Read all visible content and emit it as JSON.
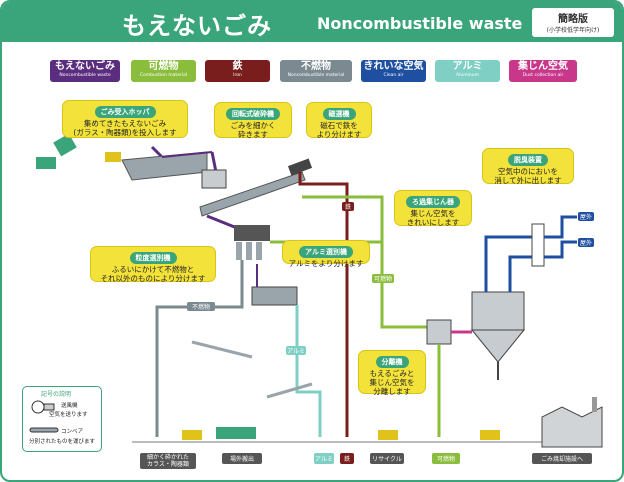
{
  "header": {
    "title_jp": "もえないごみ",
    "title_en": "Noncombustible waste",
    "tag_title": "簡略版",
    "tag_sub": "(小学校低学年向け)"
  },
  "legend": [
    {
      "jp": "もえないごみ",
      "en": "Noncombustible waste",
      "color": "#5a2d7e"
    },
    {
      "jp": "可燃物",
      "en": "Combustion material",
      "color": "#8bbd3c"
    },
    {
      "jp": "鉄",
      "en": "Iron",
      "color": "#7a1d1d"
    },
    {
      "jp": "不燃物",
      "en": "Noncombustible material",
      "color": "#7b8a91"
    },
    {
      "jp": "きれいな空気",
      "en": "Clean air",
      "color": "#1f4fa0"
    },
    {
      "jp": "アルミ",
      "en": "Aluminum",
      "color": "#7fcfc4"
    },
    {
      "jp": "集じん空気",
      "en": "Dust collection air",
      "color": "#c8378a"
    }
  ],
  "callouts": {
    "hopper": {
      "title": "ごみ受入ホッパ",
      "lines": [
        "集めてきたもえないごみ",
        "(ガラス・陶器類)を投入します"
      ]
    },
    "crusher": {
      "title": "回転式破砕機",
      "lines": [
        "ごみを細かく",
        "砕きます"
      ]
    },
    "magnet": {
      "title": "磁選機",
      "lines": [
        "磁石で鉄を",
        "より分けます"
      ]
    },
    "sieve": {
      "title": "粒度選別機",
      "lines": [
        "ふるいにかけて不燃物と",
        "それ以外のものにより分けます"
      ]
    },
    "alsep": {
      "title": "アルミ選別機",
      "lines": [
        "アルミをより分けます"
      ]
    },
    "dust": {
      "title": "ろ過集じん器",
      "lines": [
        "集じん空気を",
        "きれいにします"
      ]
    },
    "deodor": {
      "title": "脱臭装置",
      "lines": [
        "空気中のにおいを",
        "消して外に出します"
      ]
    },
    "separator": {
      "title": "分離機",
      "lines": [
        "もえるごみと",
        "集じん空気を",
        "分離します"
      ]
    }
  },
  "stream_labels": {
    "iron": "鉄",
    "noncomb": "不燃物",
    "alu": "アルミ",
    "comb": "可燃物",
    "out1": "屋外",
    "out2": "屋外"
  },
  "bottom_labels": {
    "glass": "細かく砕かれた\nカラス・陶器類",
    "landfill": "場外搬出",
    "alu": "アルミ",
    "iron": "鉄",
    "recycle": "リサイクル",
    "comb": "可燃物",
    "incin": "ごみ焼却施設へ"
  },
  "symbols": {
    "title": "記号の説明",
    "blower": "送風機",
    "air": "空気を送ります",
    "conveyor": "コンベア",
    "conveyor_desc": "分別されたものを運びます"
  }
}
